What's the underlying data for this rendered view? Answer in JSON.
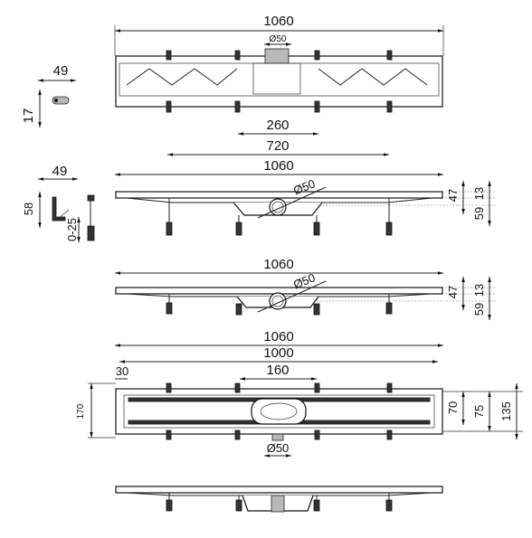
{
  "top_view": {
    "width": "1060",
    "outlet": "Ø50"
  },
  "side_bracket": {
    "width": "49",
    "height": "17"
  },
  "side_view_1": {
    "dim_a": "260",
    "dim_b": "720",
    "width": "1060",
    "outlet": "Ø50",
    "h1": "47",
    "h2": "59",
    "h3": "13"
  },
  "profile": {
    "width": "49",
    "height": "58",
    "adjust": "0-25"
  },
  "side_view_2": {
    "width": "1060",
    "outlet": "Ø50",
    "h1": "47",
    "h2": "59",
    "h3": "13"
  },
  "plan_view": {
    "overall": "1060",
    "inner": "1000",
    "offset": "30",
    "grate": "160",
    "depth": "170",
    "d1": "70",
    "d2": "75",
    "d3": "135",
    "outlet": "Ø50"
  },
  "bottom_view": {}
}
